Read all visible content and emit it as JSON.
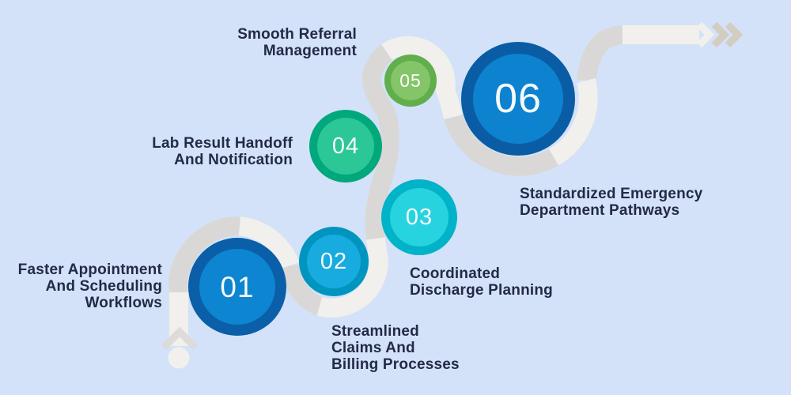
{
  "background_color": "#d3e2f8",
  "text_color": "#232a45",
  "road": {
    "gray_color": "#d9d8d6",
    "light_color": "#f1f0ec",
    "start_icon": "chevron-up",
    "start_chevron_color": "#dcdbd9",
    "end_icon": "double-chevron-right",
    "end_arrow_color": "#d3ccc1"
  },
  "steps": [
    {
      "number": "01",
      "label_lines": [
        "Faster Appointment",
        "And Scheduling",
        "Workflows"
      ],
      "ring_color": "#0a5fa8",
      "fill_color": "#0e85d0"
    },
    {
      "number": "02",
      "label_lines": [
        "Streamlined",
        "Claims And",
        "Billing Processes"
      ],
      "ring_color": "#0095bf",
      "fill_color": "#18abdf"
    },
    {
      "number": "03",
      "label_lines": [
        "Coordinated",
        "Discharge Planning"
      ],
      "ring_color": "#00b3c9",
      "fill_color": "#27d3de"
    },
    {
      "number": "04",
      "label_lines": [
        "Lab Result Handoff",
        "And Notification"
      ],
      "ring_color": "#00a87b",
      "fill_color": "#2cc796"
    },
    {
      "number": "05",
      "label_lines": [
        "Smooth Referral",
        "Management"
      ],
      "ring_color": "#60ae4c",
      "fill_color": "#84c56a"
    },
    {
      "number": "06",
      "label_lines": [
        "Standardized Emergency",
        "Department Pathways"
      ],
      "ring_color": "#0a5da5",
      "fill_color": "#0d83d0"
    }
  ]
}
